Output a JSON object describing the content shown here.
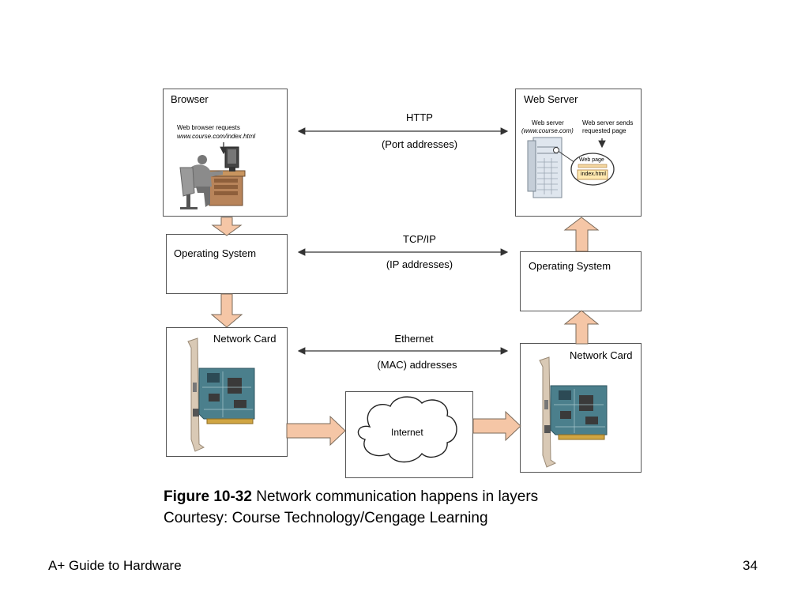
{
  "figure": {
    "browser": {
      "title": "Browser",
      "request_line1": "Web browser requests",
      "request_line2": "www.course.com/index.html"
    },
    "web_server": {
      "title": "Web Server",
      "server_line1": "Web server",
      "server_line2": "(www.course.com)",
      "sends_line1": "Web server sends",
      "sends_line2": "requested page",
      "page_label": "Web page",
      "page_file": "index.html"
    },
    "os_left": {
      "title": "Operating System"
    },
    "os_right": {
      "title": "Operating System"
    },
    "nic_left": {
      "title": "Network Card"
    },
    "nic_right": {
      "title": "Network Card"
    },
    "internet": {
      "title": "Internet"
    },
    "protocols": [
      {
        "name": "HTTP",
        "detail": "(Port addresses)"
      },
      {
        "name": "TCP/IP",
        "detail": "(IP addresses)"
      },
      {
        "name": "Ethernet",
        "detail": "(MAC) addresses"
      }
    ]
  },
  "caption": {
    "figure_number": "Figure 10-32",
    "figure_title": "Network communication happens in layers",
    "credit": "Courtesy: Course Technology/Cengage Learning"
  },
  "footer": {
    "book_title": "A+ Guide to Hardware",
    "page_number": "34"
  },
  "colors": {
    "arrow_fill": "#f5c6a6",
    "arrow_stroke": "#7a6a5a",
    "box_border": "#555555",
    "card_pcb": "#4b7f8c"
  }
}
